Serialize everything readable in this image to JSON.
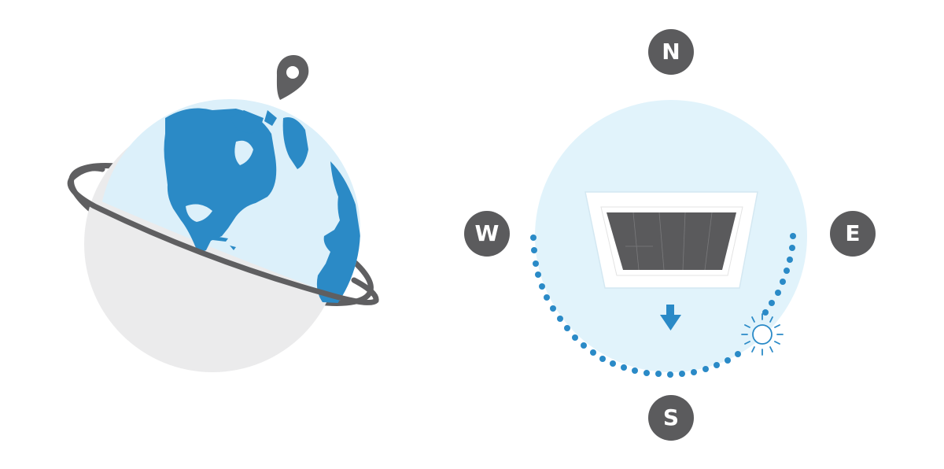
{
  "illustration": {
    "left_panel": {
      "subject": "globe-with-location-pin",
      "icons": [
        "globe-icon",
        "orbit-ring",
        "location-pin-icon"
      ]
    },
    "right_panel": {
      "subject": "solar-panel-orientation-compass",
      "compass": {
        "north": "N",
        "west": "W",
        "east": "E",
        "south": "S"
      },
      "icons": [
        "solar-panel-icon",
        "arrow-down-icon",
        "sun-icon",
        "sun-path-dotted-arc"
      ]
    }
  },
  "colors": {
    "globe_ocean": "#dcf0fa",
    "globe_land": "#2b8ac6",
    "globe_shadow": "#ebebec",
    "ring": "#5f5f61",
    "pin": "#5f5f61",
    "compass_circle": "#e1f3fb",
    "badge": "#5b5b5d",
    "panel_frame": "#ffffff",
    "panel_cells": "#5a5a5c",
    "accent_blue": "#2a8ac7"
  }
}
